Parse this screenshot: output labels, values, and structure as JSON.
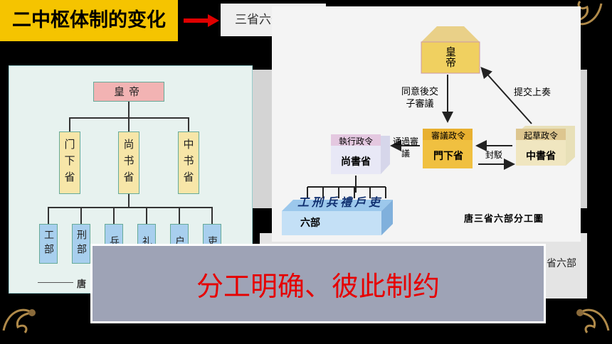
{
  "title": "二中枢体制的变化",
  "top_box": "三省六部制",
  "colors": {
    "title_bg": "#f5c400",
    "arrow": "#e00000",
    "overlay_text": "#e60000",
    "overlay_bg": "#9ea3b6"
  },
  "left_diagram": {
    "emperor": "皇帝",
    "ministries": [
      "门下省",
      "尚书省",
      "中书省"
    ],
    "departments": [
      "工部",
      "刑部",
      "兵",
      "礼",
      "户",
      "吏"
    ],
    "caption": "唐"
  },
  "right_diagram": {
    "emperor": "皇帝",
    "approve_label": "同意後交子審議",
    "submit_label": "提交上奏",
    "shangshu_tag": "執行政令",
    "shangshu": "尚書省",
    "menxia_tag": "審議政令",
    "menxia": "門下省",
    "zhongshu_tag": "起草政令",
    "zhongshu": "中書省",
    "pass_label": "通過審議",
    "reject_label": "封駁",
    "six_depts": "工刑兵禮戶吏",
    "six_depts_label": "六部",
    "caption": "唐三省六部分工圖"
  },
  "back_panel_text": "省六部",
  "overlay_text": "分工明确、彼此制约"
}
